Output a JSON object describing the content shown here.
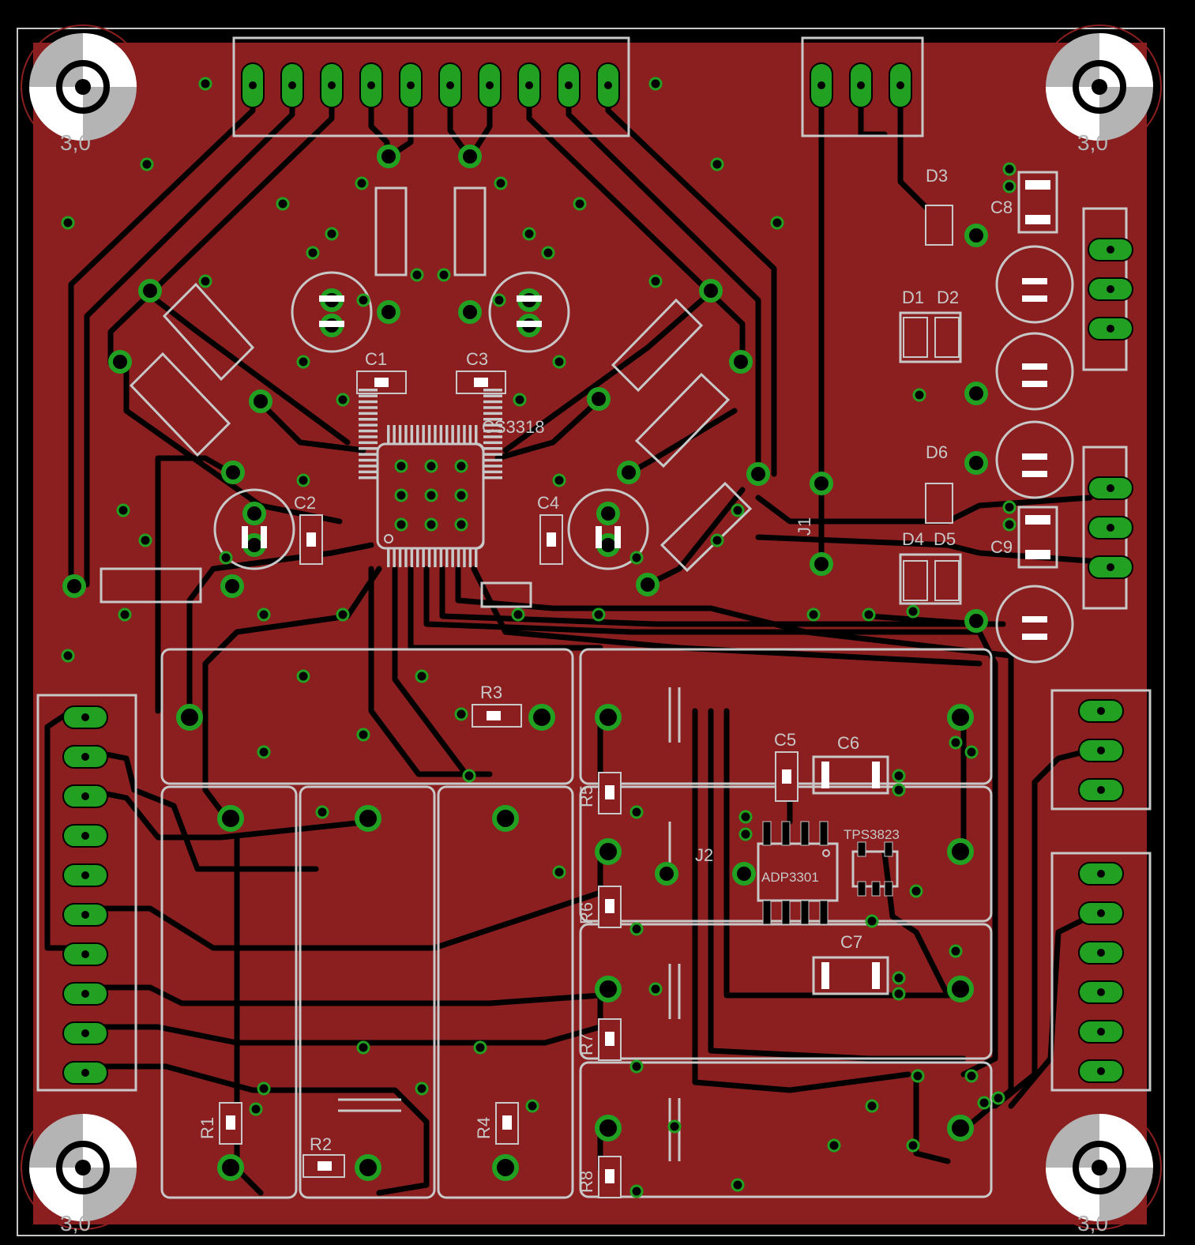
{
  "colors": {
    "background": "#000000",
    "copper": "#8b1f1f",
    "trace": "#000000",
    "pad": "#22a022",
    "silk": "#c8c8c8",
    "drill": "#000000"
  },
  "mount_label": "3,0",
  "labels": {
    "cs3318": "CS3318",
    "c1": "C1",
    "c2": "C2",
    "c3": "C3",
    "c4": "C4",
    "c5": "C5",
    "c6": "C6",
    "c7": "C7",
    "c8": "C8",
    "c9": "C9",
    "d1": "D1",
    "d2": "D2",
    "d3": "D3",
    "d4": "D4",
    "d5": "D5",
    "d6": "D6",
    "r1": "R1",
    "r2": "R2",
    "r3": "R3",
    "r4": "R4",
    "r5": "R5",
    "r6": "R6",
    "r7": "R7",
    "r8": "R8",
    "j1": "J1",
    "j2": "J2",
    "adp3301": "ADP3301",
    "tps3823": "TPS3823"
  }
}
